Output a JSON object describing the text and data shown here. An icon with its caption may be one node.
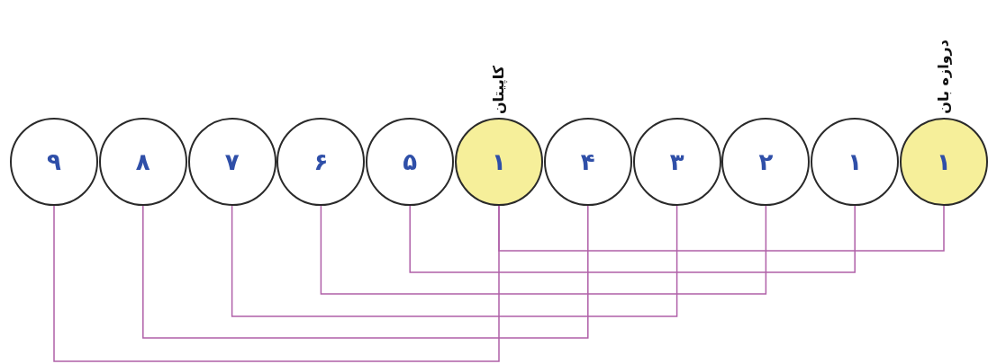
{
  "diagram": {
    "nodes": [
      {
        "text": [
          "۹"
        ]
      },
      {
        "text": [
          "۸"
        ]
      },
      {
        "text": [
          "۷"
        ]
      },
      {
        "text": [
          "۶"
        ]
      },
      {
        "text": [
          "۵"
        ]
      },
      {
        "text": [
          "کاپیتان",
          "۱"
        ]
      },
      {
        "text": [
          "۴"
        ]
      },
      {
        "text": [
          "۳"
        ]
      },
      {
        "text": [
          "۲"
        ]
      },
      {
        "text": [
          "۱"
        ]
      },
      {
        "text": [
          "دروازه بان",
          "۱"
        ]
      }
    ],
    "edges": [
      {
        "from": 5,
        "to": 10,
        "arrow": "none"
      },
      {
        "from": 4,
        "to": 9,
        "arrow": "none"
      },
      {
        "from": 3,
        "to": 8,
        "arrow": "none"
      },
      {
        "from": 2,
        "to": 7,
        "arrow": "none"
      },
      {
        "from": 1,
        "to": 6,
        "arrow": "none"
      },
      {
        "from": 0,
        "to": 5,
        "arrow": "none"
      }
    ]
  }
}
